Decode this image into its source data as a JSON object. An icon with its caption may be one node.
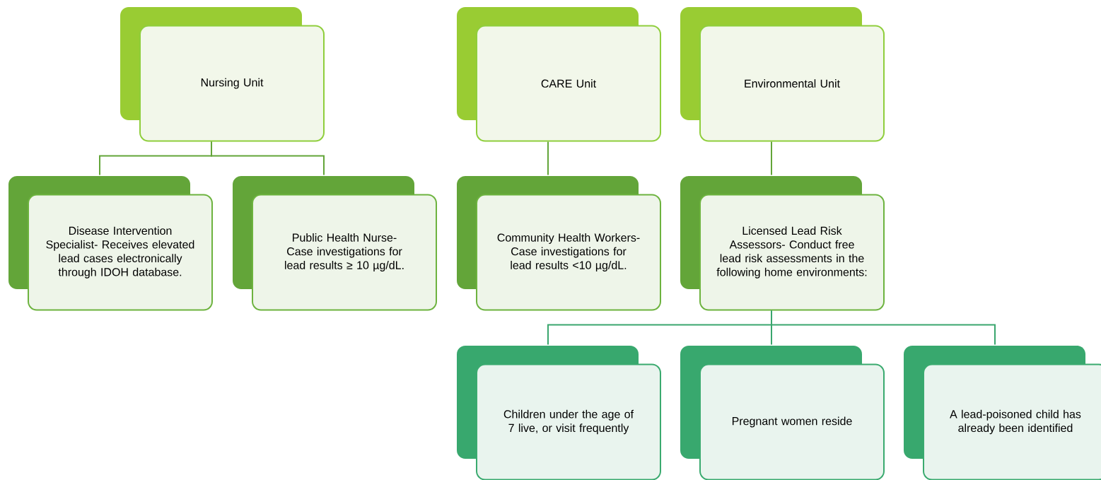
{
  "diagram": {
    "nodes": [
      {
        "text": [
          "Nursing Unit"
        ]
      },
      {
        "text": [
          "CARE Unit"
        ]
      },
      {
        "text": [
          "Environmental Unit"
        ]
      },
      {
        "text": [
          "Disease Intervention Specialist- Receives elevated lead cases electronically through IDOH database."
        ]
      },
      {
        "text": [
          "Public Health Nurse- Case investigations for lead results ≥ 10 µg/dL."
        ]
      },
      {
        "text": [
          "Community Health Workers- Case investigations for lead results <10 µg/dL."
        ]
      },
      {
        "text": [
          "Licensed Lead Risk Assessors- Conduct free lead risk assessments in the following home environments:"
        ]
      },
      {
        "text": [
          "Children under the age of 7 live, or visit frequently"
        ]
      },
      {
        "text": [
          "Pregnant women reside"
        ]
      },
      {
        "text": [
          "A lead-poisoned child has already been identified"
        ]
      }
    ],
    "edges": [
      {
        "from": 0,
        "to": 3,
        "arrow": "none"
      },
      {
        "from": 0,
        "to": 4,
        "arrow": "none"
      },
      {
        "from": 1,
        "to": 5,
        "arrow": "none"
      },
      {
        "from": 2,
        "to": 6,
        "arrow": "none"
      },
      {
        "from": 6,
        "to": 7,
        "arrow": "none",
        "color": "#3aa66e"
      },
      {
        "from": 6,
        "to": 8,
        "arrow": "none",
        "color": "#3aa66e"
      },
      {
        "from": 6,
        "to": 9,
        "arrow": "none",
        "color": "#3aa66e"
      }
    ]
  }
}
